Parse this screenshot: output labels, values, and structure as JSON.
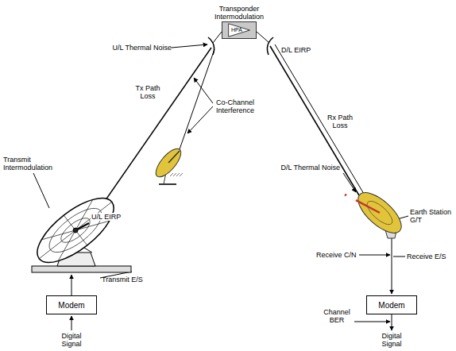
{
  "diagram": {
    "nodes": [
      {
        "text": [
          "Transponder Intermodulation",
          "HPA"
        ]
      },
      {
        "text": [
          "Modem"
        ]
      },
      {
        "text": [
          "Modem"
        ]
      }
    ],
    "labels": [
      "U/L Thermal Noise",
      "D/L EIRP",
      "Tx Path Loss",
      "Rx Path Loss",
      "Co-Channel Interference",
      "D/L Thermal Noise",
      "Transmit Intermodulation",
      "U/L EIRP",
      "Transmit E/S",
      "Earth Station G/T",
      "Receive E/S",
      "Receive C/N",
      "Channel BER",
      "Digital Signal",
      "Digital Signal"
    ]
  }
}
